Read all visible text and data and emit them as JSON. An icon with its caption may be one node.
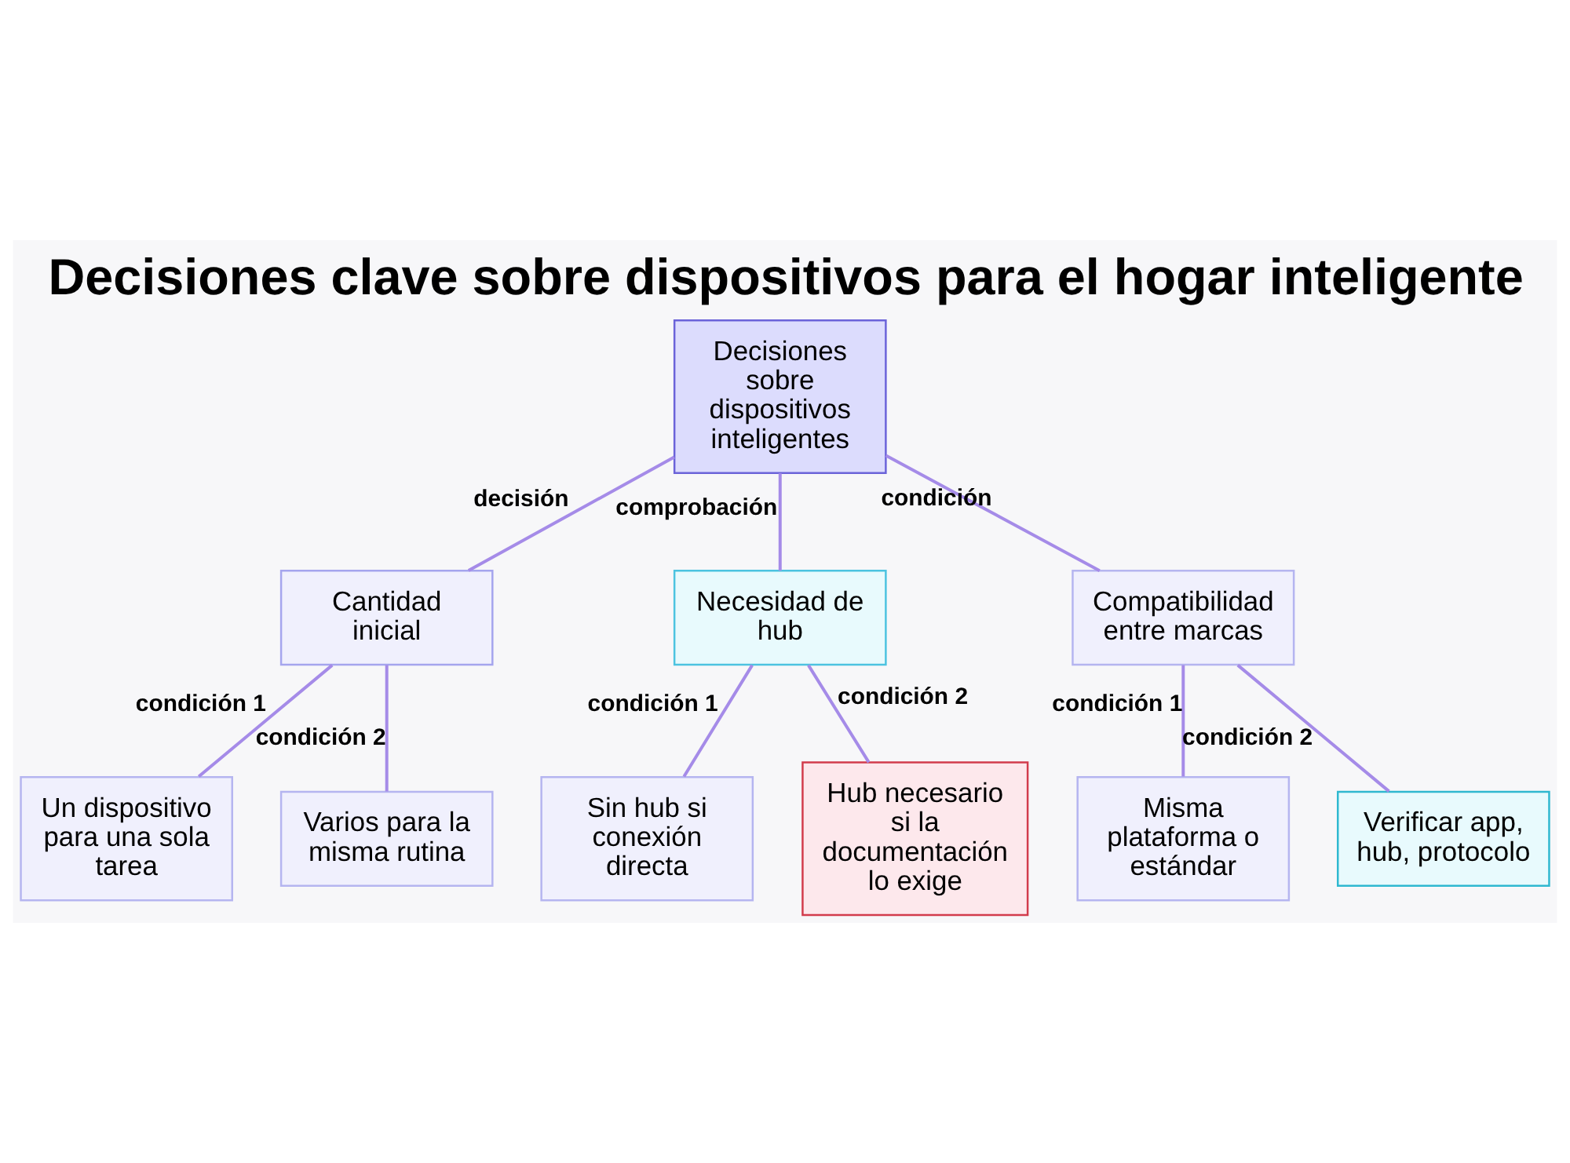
{
  "diagram": {
    "title": "Decisiones clave sobre dispositivos para el hogar inteligente",
    "nodes": [
      {
        "text": [
          "Decisiones sobre dispositivos inteligentes"
        ]
      },
      {
        "text": [
          "Cantidad inicial"
        ]
      },
      {
        "text": [
          "Necesidad de hub"
        ]
      },
      {
        "text": [
          "Compatibilidad entre marcas"
        ]
      },
      {
        "text": [
          "Un dispositivo para una sola tarea"
        ]
      },
      {
        "text": [
          "Varios para la misma rutina"
        ]
      },
      {
        "text": [
          "Sin hub si conexión directa"
        ]
      },
      {
        "text": [
          "Hub necesario si la documentación lo exige"
        ]
      },
      {
        "text": [
          "Misma plataforma o estándar"
        ]
      },
      {
        "text": [
          "Verificar app, hub, protocolo"
        ]
      }
    ],
    "edges": [
      {
        "from": 0,
        "to": 1,
        "arrow": "none",
        "label": "decisión"
      },
      {
        "from": 0,
        "to": 2,
        "arrow": "none",
        "label": "comprobación"
      },
      {
        "from": 0,
        "to": 3,
        "arrow": "none",
        "label": "condición"
      },
      {
        "from": 1,
        "to": 4,
        "arrow": "none",
        "label": "condición 1"
      },
      {
        "from": 1,
        "to": 5,
        "arrow": "none",
        "label": "condición 2"
      },
      {
        "from": 2,
        "to": 6,
        "arrow": "none",
        "label": "condición 1"
      },
      {
        "from": 2,
        "to": 7,
        "arrow": "none",
        "label": "condición 2"
      },
      {
        "from": 3,
        "to": 8,
        "arrow": "none",
        "label": "condición 1"
      },
      {
        "from": 3,
        "to": 9,
        "arrow": "none",
        "label": "condición 2"
      }
    ]
  }
}
